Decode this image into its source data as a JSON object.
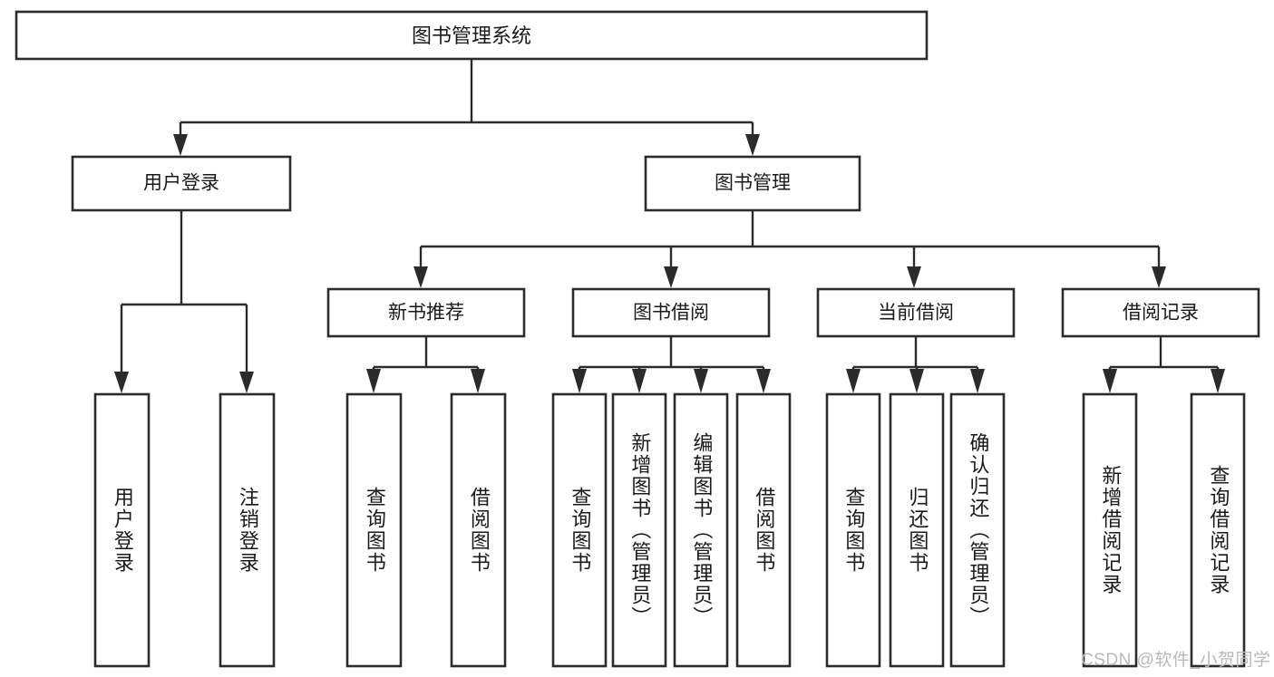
{
  "diagram": {
    "title": "图书管理系统",
    "type": "tree",
    "orientation": "top-down",
    "colors": {
      "box_stroke": "#2b2b2b",
      "box_fill": "#ffffff",
      "connector": "#2b2b2b",
      "text": "#1a1a1a",
      "watermark": "#b9b9b9",
      "background": "#ffffff"
    },
    "root": {
      "label": "图书管理系统"
    },
    "level2": [
      {
        "label": "用户登录"
      },
      {
        "label": "图书管理"
      }
    ],
    "level3": [
      {
        "label": "新书推荐"
      },
      {
        "label": "图书借阅"
      },
      {
        "label": "当前借阅"
      },
      {
        "label": "借阅记录"
      }
    ],
    "leaves": {
      "user_login": [
        {
          "label": "用户登录"
        },
        {
          "label": "注销登录"
        }
      ],
      "new_book_recommend": [
        {
          "label": "查询图书"
        },
        {
          "label": "借阅图书"
        }
      ],
      "book_borrow": [
        {
          "label": "查询图书"
        },
        {
          "label": "新增图书（管理员）"
        },
        {
          "label": "编辑图书（管理员）"
        },
        {
          "label": "借阅图书"
        }
      ],
      "current_borrow": [
        {
          "label": "查询图书"
        },
        {
          "label": "归还图书"
        },
        {
          "label": "确认归还（管理员）"
        }
      ],
      "borrow_record": [
        {
          "label": "新增借阅记录"
        },
        {
          "label": "查询借阅记录"
        }
      ]
    }
  },
  "watermark": {
    "text": "CSDN @软件_小贺同学"
  }
}
